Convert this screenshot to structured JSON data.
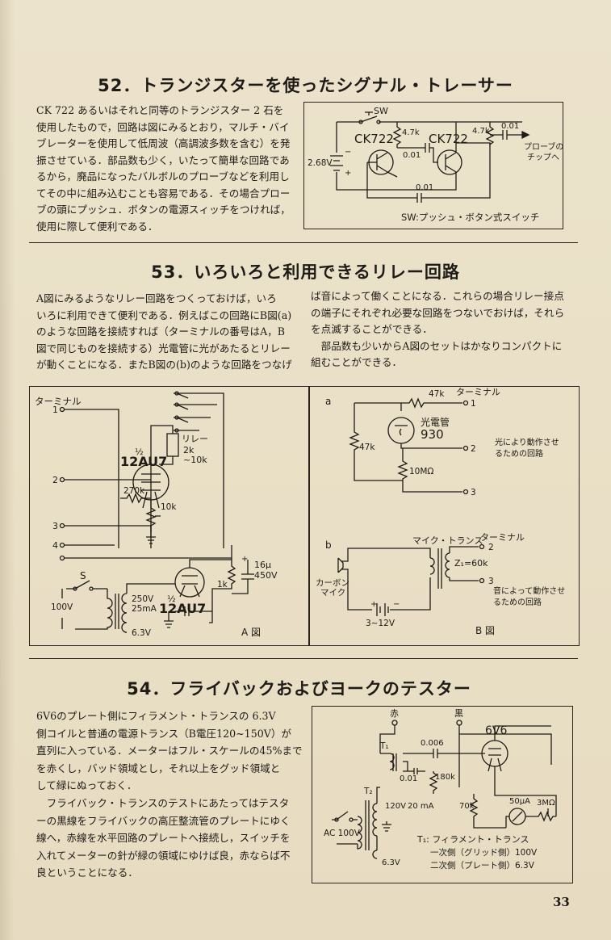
{
  "section52": {
    "title": "52．トランジスターを使ったシグナル・トレーサー",
    "body": [
      "CK 722 あるいはそれと同等のトランジスター 2 石を",
      "使用したもので，回路は図にみるとおり，マルチ・バイ",
      "ブレーターを使用して低周波（高調波多数を含む）を発",
      "振させている．部品数も少く，いたって簡単な回路であ",
      "るから，廃品になったバルボルのプローブなどを利用し",
      "てその中に組み込むことも容易である．その場合プロー",
      "ブの頭にプッシュ．ボタンの電源スィッチをつければ，",
      "使用に際して便利である．"
    ],
    "diagram": {
      "sw": "SW",
      "tr1": "CK722",
      "tr2": "CK722",
      "r1": "4.7k",
      "r2": "4.7k",
      "c1": "0.01",
      "c2": "0.01",
      "c3": "0.01",
      "battery": "2.68V",
      "minus": "−",
      "plus": "+",
      "probe_line1": "プローブの",
      "probe_line2": "チップへ",
      "caption": "SW:プッシュ・ボタン式スイッチ"
    }
  },
  "section53": {
    "title": "53．いろいろと利用できるリレー回路",
    "body_left": [
      "A図にみるようなリレー回路をつくっておけば，いろ",
      "いろに利用できて便利である．例えばこの回路にB図(a)",
      "のような回路を接続すれば（ターミナルの番号はA，B",
      "図で同じものを接続する）光電管に光があたるとリレー",
      "が動くことになる．またB図の(b)のような回路をつなげ"
    ],
    "body_right": [
      "ば音によって働くことになる．これらの場合リレー接点",
      "の端子にそれぞれ必要な回路をつないでおけば，それら",
      "を点滅することができる．",
      "　部品数も少いからA図のセットはかなりコンパクトに",
      "組むことができる．"
    ],
    "diagramA": {
      "terminal": "ターミナル",
      "t1": "1",
      "t2": "2",
      "t3": "3",
      "t4": "4",
      "half1": "½",
      "tube1": "12AU7",
      "relay": "リレー",
      "relay_r1": "2k",
      "relay_r2": "~10k",
      "r270": "270k",
      "r10": "10k",
      "switch": "S",
      "ac": "100V",
      "v250": "250V",
      "ma25": "25mA",
      "v63": "6.3V",
      "half2": "½",
      "tube2": "12AU7",
      "r1k": "1k",
      "cap_plus": "+",
      "cap_val": "16μ",
      "cap_v": "450V",
      "label": "A 図"
    },
    "diagramB": {
      "a": "a",
      "r47": "47k",
      "terminal": "ターミナル",
      "t1": "1",
      "pt_line1": "光電管",
      "pt_line2": "930",
      "r47b": "47k",
      "t2": "2",
      "r10m": "10MΩ",
      "t3": "3",
      "note_a1": "光により動作させ",
      "note_a2": "るための回路",
      "b": "b",
      "mic_tr": "マイク・トランス",
      "terminal2": "ターミナル",
      "bt2": "2",
      "z": "Z₁=60k",
      "bt3": "3",
      "carbon1": "カーボン",
      "carbon2": "マイク",
      "bplus": "+",
      "bminus": "−",
      "batt": "3~12V",
      "note_b1": "音によって動作させ",
      "note_b2": "るための回路",
      "label": "B 図"
    }
  },
  "section54": {
    "title": "54．フライバックおよびヨークのテスター",
    "body": [
      "6V6のプレート側にフィラメント・トランスの 6.3V",
      "側コイルと普通の電源トランス（B電圧120~150V）が",
      "直列に入っている．メーターはフル・スケールの45%まで",
      "を赤くし，バッド領域とし，それ以上をグッド領域と",
      "して緑にぬっておく．",
      "　フライバック・トランスのテストにあたってはテスタ",
      "ーの黒線をフライバックの高圧整流管のプレートにゆく",
      "線へ，赤線を水平回路のプレートへ接続し，スイッチを",
      "入れてメーターの針が緑の領域にゆけば良，赤ならば不",
      "良ということになる．"
    ],
    "diagram": {
      "red": "赤",
      "black": "黒",
      "tube": "6V6",
      "t1": "T₁",
      "t2": "T₂",
      "c006": "0.006",
      "c001": "0.01",
      "r180": "180k",
      "r70": "70k",
      "v120": "120V",
      "ma20": "20 mA",
      "ac": "AC 100V",
      "v63": "6.3V",
      "meter": "50μA",
      "r3m": "3MΩ",
      "note1": "T₁: フィラメント・トランス",
      "note2": "一次側（グリッド側）100V",
      "note3": "二次側（プレート側）6.3V"
    }
  },
  "page_number": "33"
}
